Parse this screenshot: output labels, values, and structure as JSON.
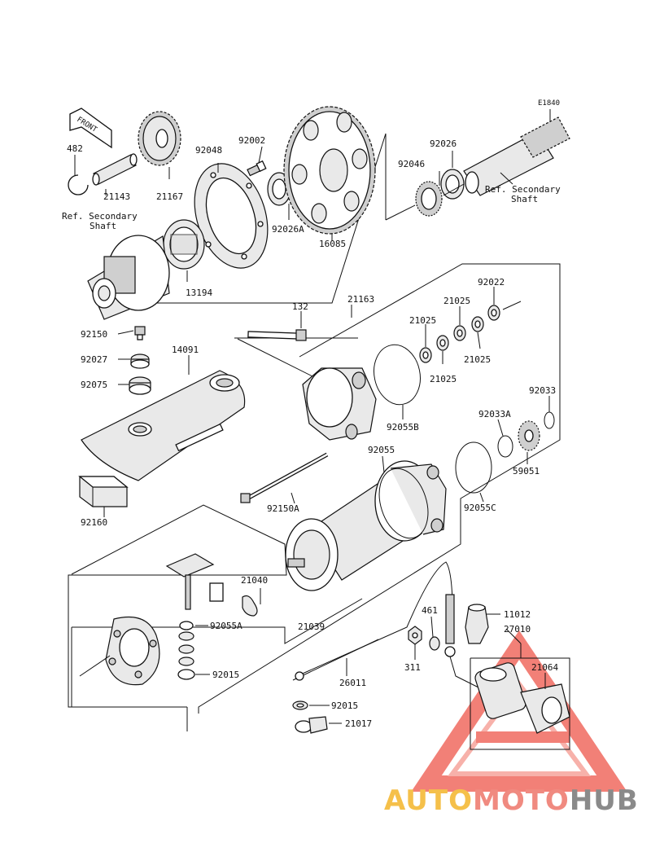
{
  "diagram": {
    "code": "E1840",
    "front_label": "FRONT",
    "ref_labels": {
      "secondary_shaft_left_line1": "Ref. Secondary",
      "secondary_shaft_left_line2": "Shaft",
      "secondary_shaft_right_line1": "Ref. Secondary",
      "secondary_shaft_right_line2": "Shaft"
    },
    "parts": {
      "p482": "482",
      "p21143": "21143",
      "p21167": "21167",
      "p92048": "92048",
      "p92002": "92002",
      "p92026A": "92026A",
      "p16085": "16085",
      "p13194": "13194",
      "p92046": "92046",
      "p92026": "92026",
      "p92150": "92150",
      "p92027": "92027",
      "p92075": "92075",
      "p14091": "14091",
      "p92160": "92160",
      "p132": "132",
      "p21163": "21163",
      "p21025_a": "21025",
      "p21025_b": "21025",
      "p21025_c": "21025",
      "p21025_d": "21025",
      "p92022": "92022",
      "p92055B": "92055B",
      "p92033": "92033",
      "p92033A": "92033A",
      "p59051": "59051",
      "p92055": "92055",
      "p92055C": "92055C",
      "p92150A": "92150A",
      "p21040": "21040",
      "p92055A": "92055A",
      "p21039": "21039",
      "p92015_a": "92015",
      "p92015_b": "92015",
      "p21017": "21017",
      "p26011": "26011",
      "p461": "461",
      "p311": "311",
      "p11012": "11012",
      "p27010": "27010",
      "p21064": "21064"
    }
  },
  "watermark": {
    "text_auto": "AUTO",
    "text_moto": "MOTO",
    "text_hub": "HUB",
    "color_auto": "#f5c04a",
    "color_moto": "#f08a80",
    "color_hub": "#8a8a8a",
    "logo_color": "#f06a60"
  }
}
